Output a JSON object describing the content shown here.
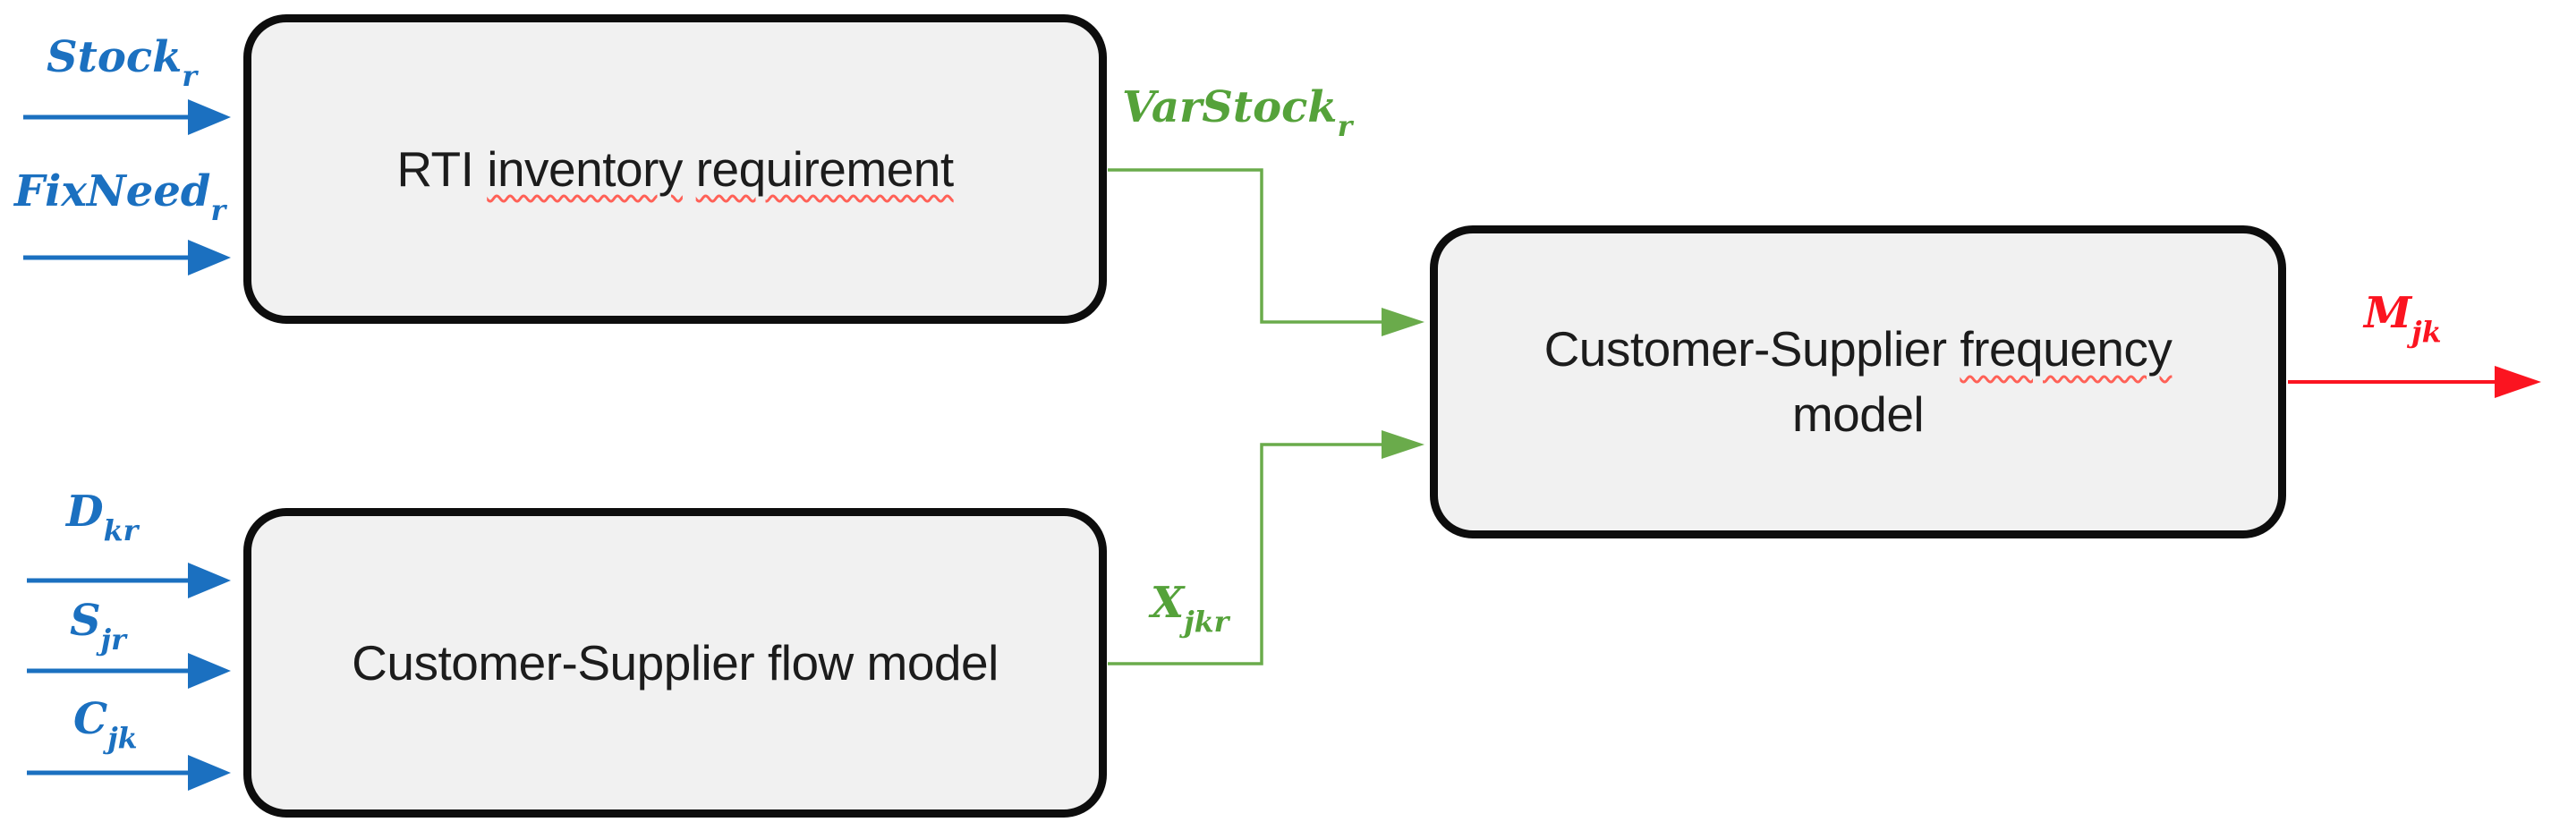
{
  "boxes": {
    "rti": {
      "word1": "RTI",
      "word2": "inventory",
      "word3": "requirement"
    },
    "flow": {
      "title": "Customer-Supplier flow model"
    },
    "frequency": {
      "line1_word1": "Customer-Supplier",
      "line1_word2": "frequency",
      "line2": "model"
    }
  },
  "labels": {
    "stock": {
      "main": "Stock",
      "sub": "r"
    },
    "fixneed": {
      "main": "FixNeed",
      "sub": "r"
    },
    "d": {
      "main": "D",
      "sub": "kr"
    },
    "s": {
      "main": "S",
      "sub": "jr"
    },
    "c": {
      "main": "C",
      "sub": "jk"
    },
    "varstock": {
      "main": "VarStock",
      "sub": "r"
    },
    "x": {
      "main": "X",
      "sub": "jkr"
    },
    "m": {
      "main": "M",
      "sub": "jk"
    }
  },
  "colors": {
    "input_arrow_blue": "#1b70c0",
    "intermediate_arrow_green": "#6aab4b",
    "output_arrow_red": "#fb1420",
    "box_fill": "#f1f1f1",
    "box_border": "#0d0d0d",
    "spellcheck_underline": "#ff6157"
  }
}
